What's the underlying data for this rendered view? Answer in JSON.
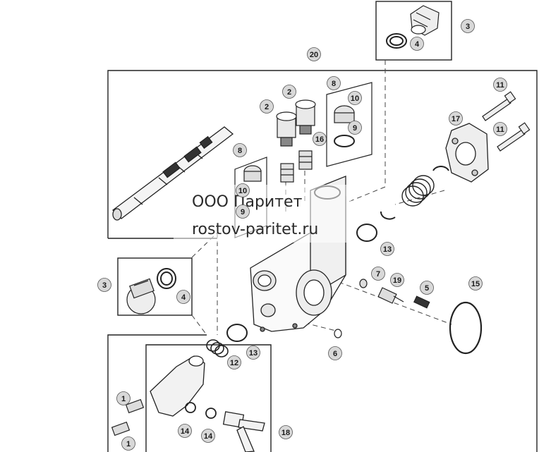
{
  "watermark": {
    "line1": "ООО Паритет",
    "line2": "rostov-paritet.ru"
  },
  "callouts": [
    {
      "id": "c3-top",
      "label": "3"
    },
    {
      "id": "c4-top",
      "label": "4"
    },
    {
      "id": "c20",
      "label": "20"
    },
    {
      "id": "c2-a",
      "label": "2"
    },
    {
      "id": "c2-b",
      "label": "2"
    },
    {
      "id": "c8-right",
      "label": "8"
    },
    {
      "id": "c10-right",
      "label": "10"
    },
    {
      "id": "c9-right",
      "label": "9"
    },
    {
      "id": "c16",
      "label": "16"
    },
    {
      "id": "c8-left",
      "label": "8"
    },
    {
      "id": "c10-left",
      "label": "10"
    },
    {
      "id": "c9-left",
      "label": "9"
    },
    {
      "id": "c11-a",
      "label": "11"
    },
    {
      "id": "c11-b",
      "label": "11"
    },
    {
      "id": "c17",
      "label": "17"
    },
    {
      "id": "c13-right",
      "label": "13"
    },
    {
      "id": "c3-left",
      "label": "3"
    },
    {
      "id": "c4-left",
      "label": "4"
    },
    {
      "id": "c7",
      "label": "7"
    },
    {
      "id": "c19",
      "label": "19"
    },
    {
      "id": "c5",
      "label": "5"
    },
    {
      "id": "c15",
      "label": "15"
    },
    {
      "id": "c13-bottom",
      "label": "13"
    },
    {
      "id": "c12",
      "label": "12"
    },
    {
      "id": "c6",
      "label": "6"
    },
    {
      "id": "c1-a",
      "label": "1"
    },
    {
      "id": "c1-b",
      "label": "1"
    },
    {
      "id": "c14-a",
      "label": "14"
    },
    {
      "id": "c14-b",
      "label": "14"
    },
    {
      "id": "c18",
      "label": "18"
    }
  ]
}
